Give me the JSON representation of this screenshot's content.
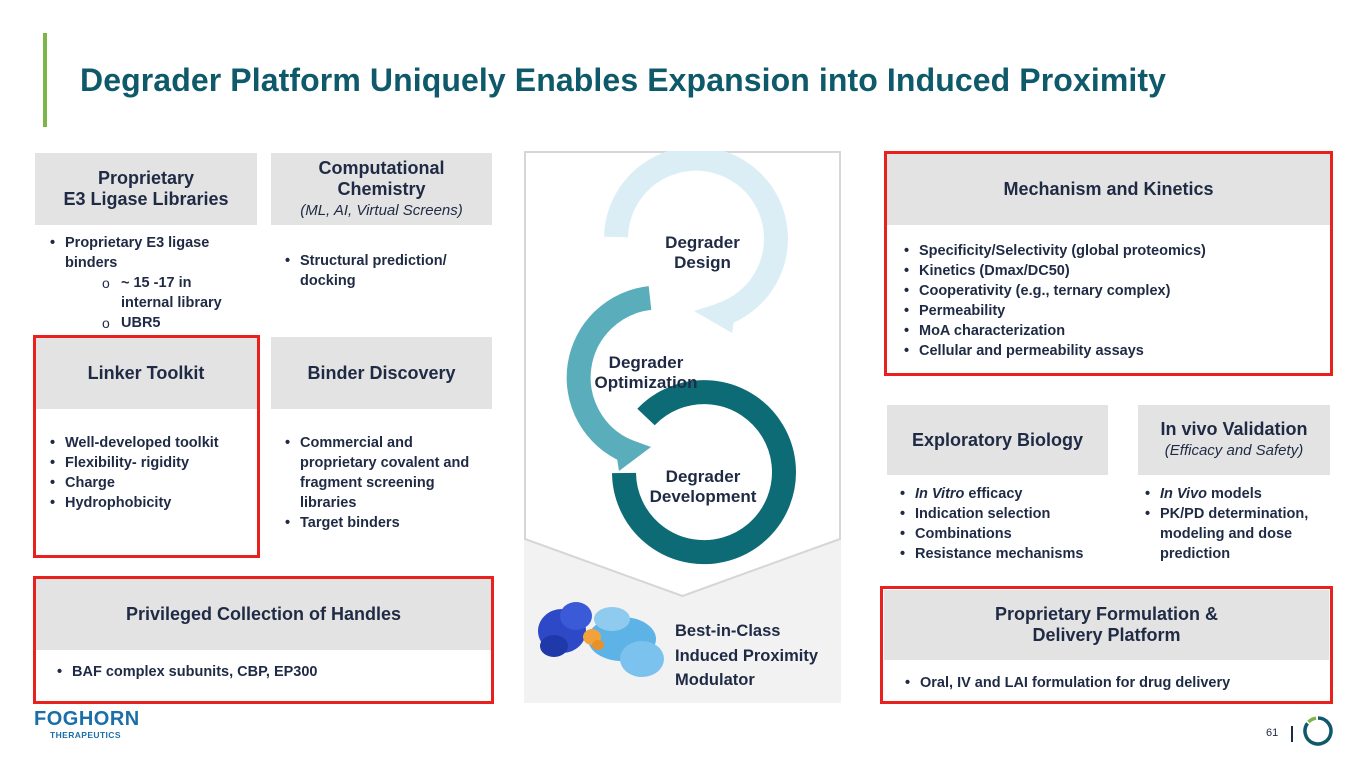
{
  "title": "Degrader Platform Uniquely Enables Expansion into Induced Proximity",
  "colors": {
    "title": "#0e5a6a",
    "accent_bar": "#7ab648",
    "highlight_frame": "#e8201e",
    "header_fill": "#e3e3e3",
    "body_text": "#1f2a44"
  },
  "e3": {
    "title_line1": "Proprietary",
    "title_line2": "E3 Ligase Libraries",
    "item1_line1": "Proprietary E3 ligase",
    "item1_line2": "binders",
    "sub1_line1": "~ 15 -17 in",
    "sub1_line2": "internal library",
    "sub2": "UBR5"
  },
  "comp": {
    "title_line1": "Computational",
    "title_line2": "Chemistry",
    "subtitle": "(ML, AI, Virtual Screens)",
    "items": [
      "Structural prediction/ docking"
    ]
  },
  "linker": {
    "title": "Linker Toolkit",
    "items": [
      "Well-developed toolkit",
      "Flexibility- rigidity",
      "Charge",
      "Hydrophobicity"
    ]
  },
  "binder": {
    "title": "Binder Discovery",
    "items": [
      "Commercial and proprietary covalent and fragment screening libraries",
      "Target binders"
    ]
  },
  "handles": {
    "title": "Privileged Collection of Handles",
    "items": [
      "BAF complex subunits, CBP, EP300"
    ]
  },
  "cycle": {
    "design_line1": "Degrader",
    "design_line2": "Design",
    "optimization_line1": "Degrader",
    "optimization_line2": "Optimization",
    "development_line1": "Degrader",
    "development_line2": "Development",
    "colors": {
      "design": "#dbeef5",
      "optimization": "#5aaebc",
      "development": "#0d6b76"
    }
  },
  "best_in_class": {
    "line1": "Best-in-Class",
    "line2": "Induced Proximity",
    "line3": "Modulator"
  },
  "mech": {
    "title": "Mechanism and Kinetics",
    "items": [
      "Specificity/Selectivity (global proteomics)",
      "Kinetics (Dmax/DC50)",
      "Cooperativity (e.g., ternary complex)",
      "Permeability",
      "MoA characterization",
      "Cellular and permeability assays"
    ]
  },
  "explore": {
    "title": "Exploratory Biology",
    "item1_italic": "In Vitro",
    "item1_rest": " efficacy",
    "items": [
      "Indication selection",
      "Combinations",
      "Resistance mechanisms"
    ]
  },
  "invivo": {
    "title": "In vivo Validation",
    "subtitle": "(Efficacy and Safety)",
    "item1_italic": "In Vivo",
    "item1_rest": " models",
    "item2": "PK/PD determination, modeling and dose prediction"
  },
  "formulation": {
    "title_line1": "Proprietary Formulation &",
    "title_line2": "Delivery Platform",
    "items": [
      "Oral, IV and LAI formulation for drug delivery"
    ]
  },
  "footer": {
    "brand": "FOGHORN",
    "tagline": "THERAPEUTICS",
    "page": "61"
  }
}
